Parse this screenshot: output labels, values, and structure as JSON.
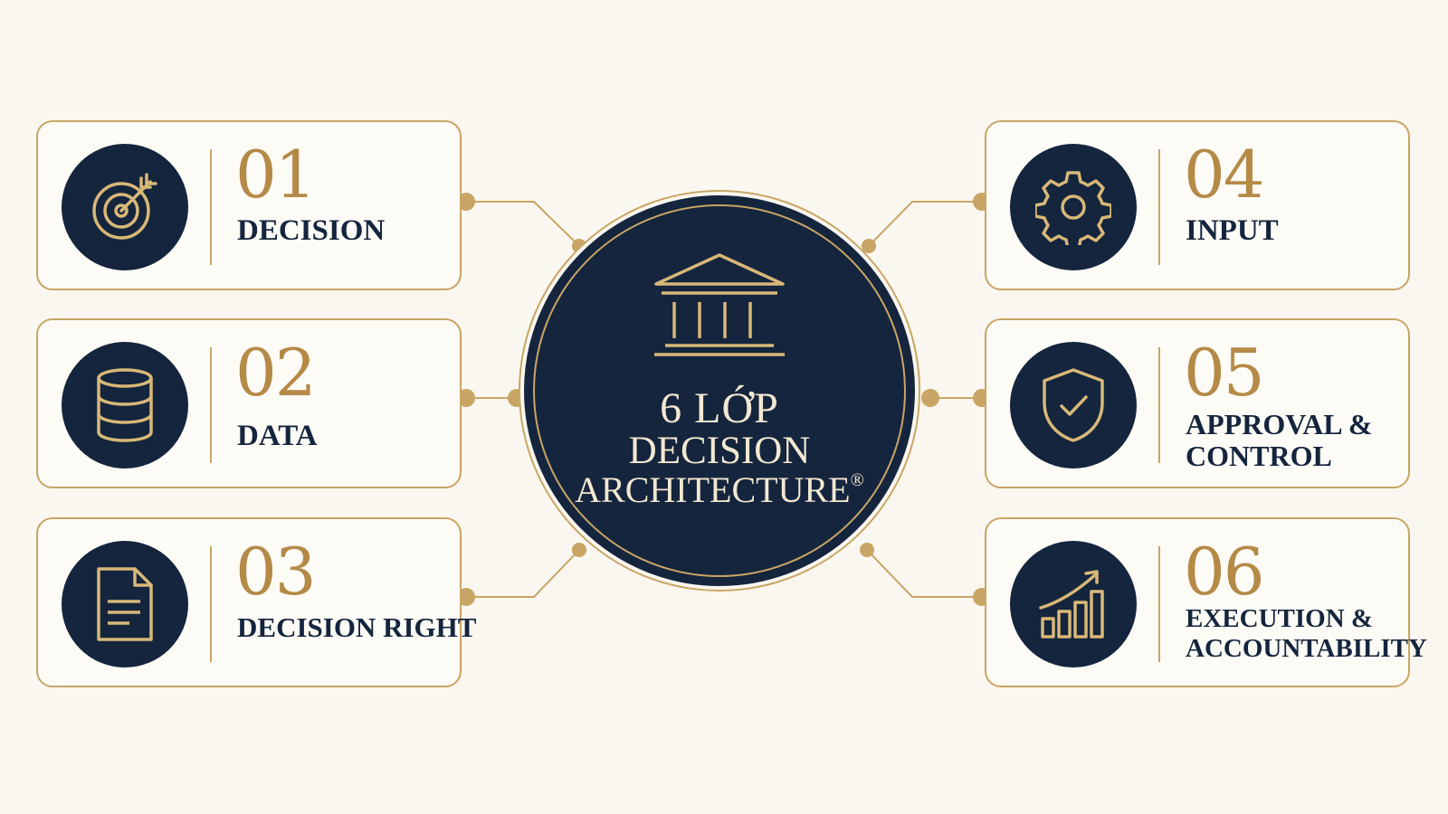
{
  "center": {
    "line1": "6 LỚP",
    "line2": "DECISION",
    "line3": "ARCHITECTURE",
    "mark": "®",
    "icon": "temple-icon"
  },
  "layers": [
    {
      "number": "01",
      "label": "DECISION",
      "icon": "target-icon"
    },
    {
      "number": "02",
      "label": "DATA",
      "icon": "database-icon"
    },
    {
      "number": "03",
      "label": "DECISION RIGHT",
      "icon": "document-icon"
    },
    {
      "number": "04",
      "label": "INPUT",
      "icon": "gear-icon"
    },
    {
      "number": "05",
      "label": "APPROVAL & CONTROL",
      "icon": "shield-check-icon"
    },
    {
      "number": "06",
      "label": "EXECUTION & ACCOUNTABILITY",
      "icon": "growth-chart-icon"
    }
  ],
  "colors": {
    "navy": "#14253d",
    "gold": "#c9a565",
    "number_gold": "#b58a47",
    "background": "#faf7f0"
  }
}
